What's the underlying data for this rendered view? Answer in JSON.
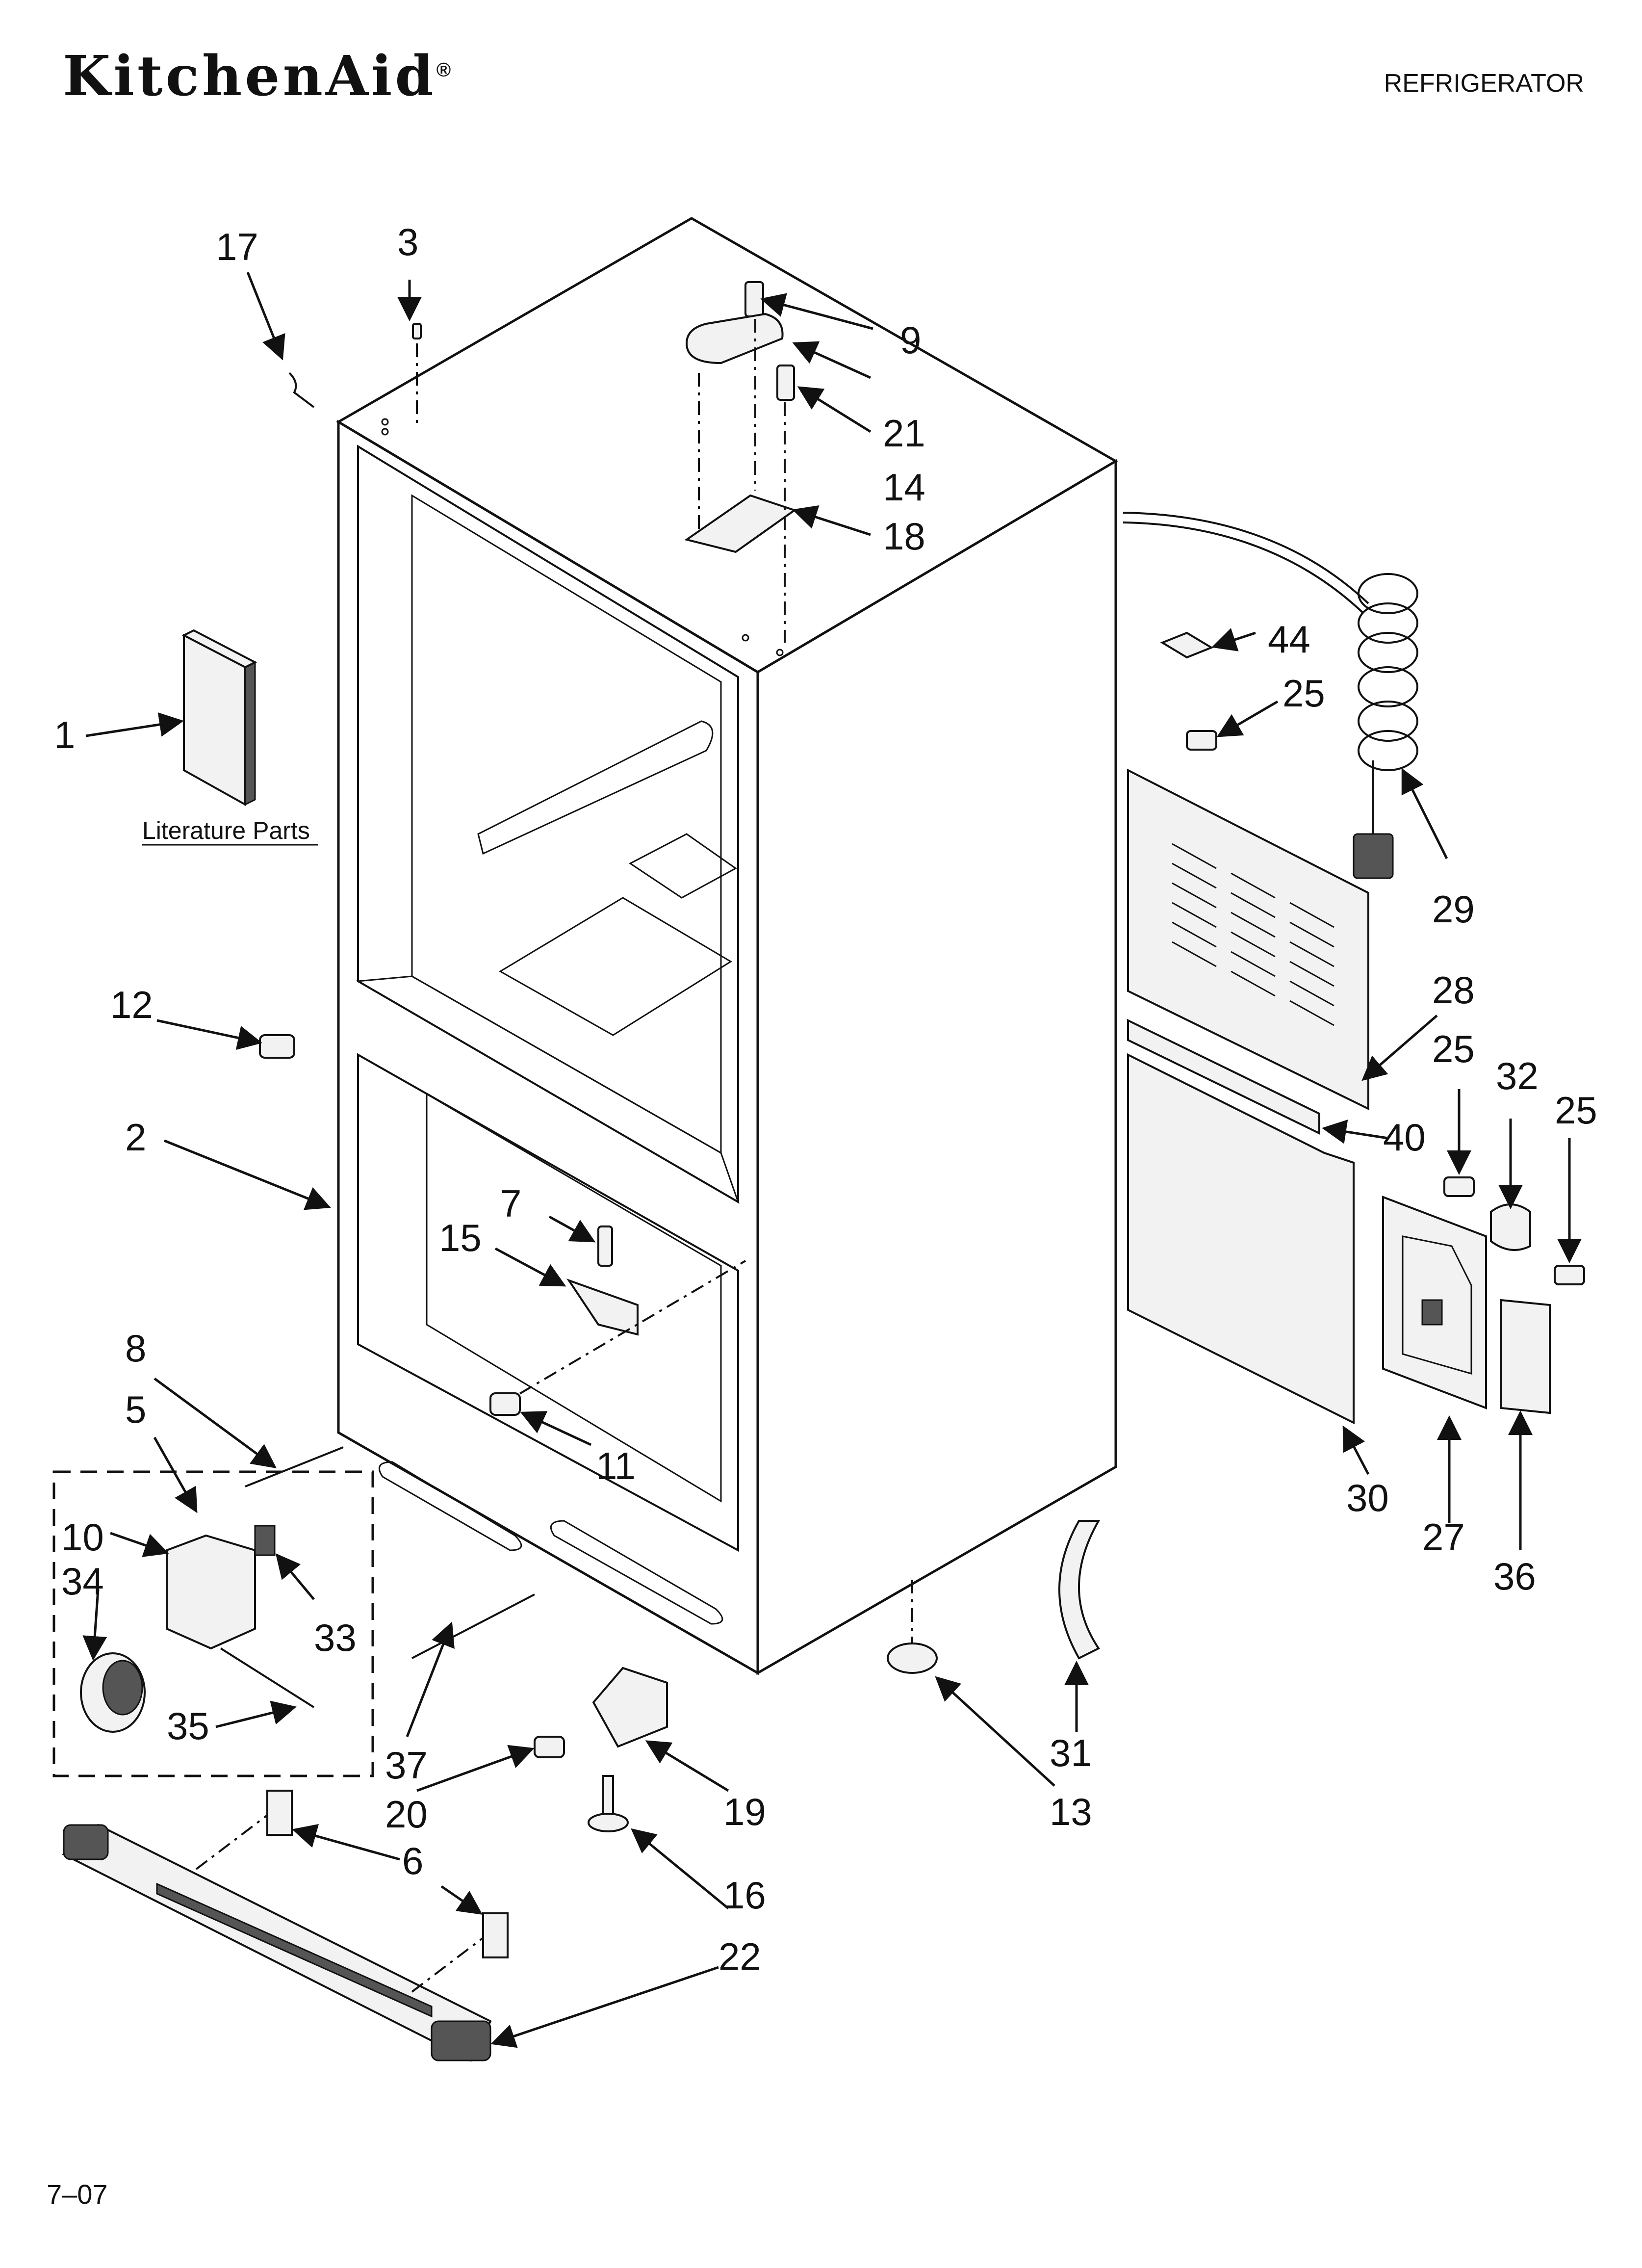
{
  "header": {
    "brand": "KitchenAid",
    "brand_mark": "®",
    "title": "REFRIGERATOR"
  },
  "literature_label": "Literature Parts",
  "footer": {
    "date_code": "7–07"
  },
  "part_numbers": [
    "1",
    "2",
    "3",
    "5",
    "6",
    "7",
    "8",
    "9",
    "10",
    "11",
    "12",
    "13",
    "14",
    "15",
    "16",
    "17",
    "18",
    "19",
    "20",
    "21",
    "22",
    "25",
    "27",
    "28",
    "29",
    "30",
    "31",
    "32",
    "33",
    "34",
    "35",
    "36",
    "37",
    "40",
    "44"
  ],
  "callouts": {
    "c17": "17",
    "c3": "3",
    "c9": "9",
    "c21": "21",
    "c14": "14",
    "c18": "18",
    "c44": "44",
    "c25a": "25",
    "c1": "1",
    "c29": "29",
    "c12": "12",
    "c28": "28",
    "c25b": "25",
    "c32": "32",
    "c25c": "25",
    "c40": "40",
    "c2": "2",
    "c7": "7",
    "c15": "15",
    "c8": "8",
    "c5": "5",
    "c11": "11",
    "c30": "30",
    "c27": "27",
    "c10": "10",
    "c34": "34",
    "c33": "33",
    "c36": "36",
    "c35": "35",
    "c37": "37",
    "c31": "31",
    "c20": "20",
    "c19": "19",
    "c13": "13",
    "c6": "6",
    "c16": "16",
    "c22": "22"
  }
}
